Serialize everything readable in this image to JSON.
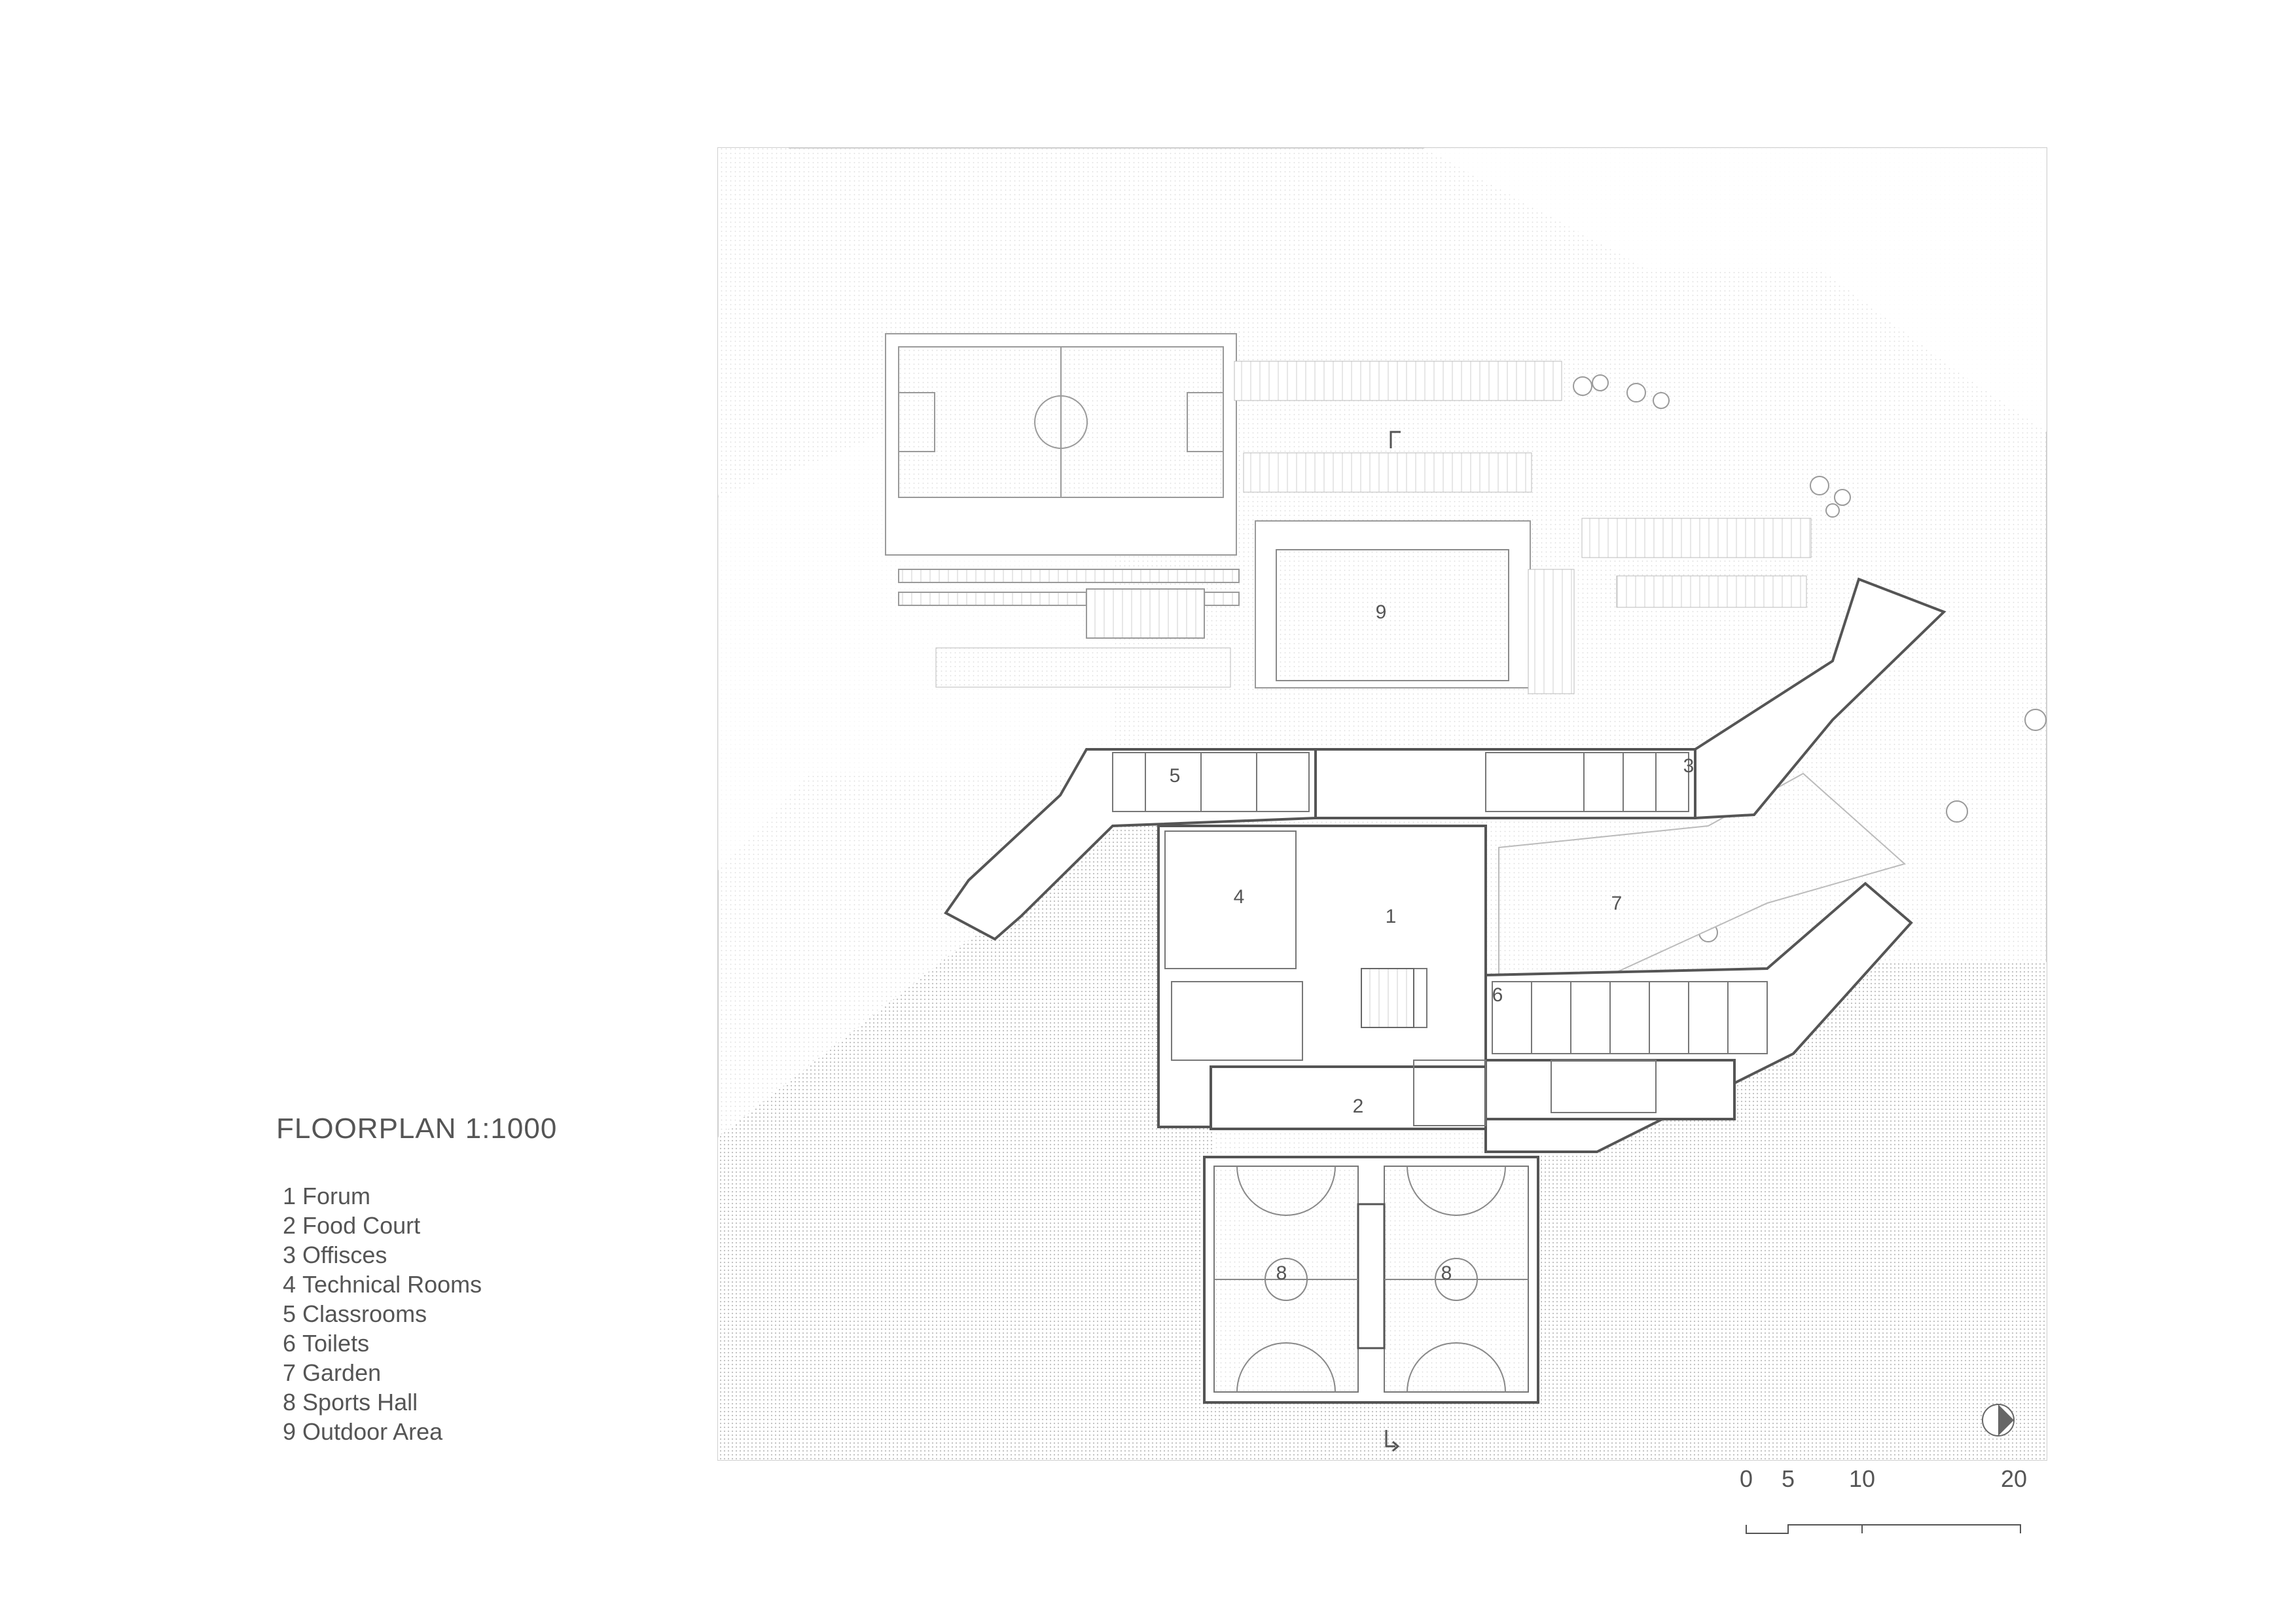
{
  "title": "FLOORPLAN  1:1000",
  "legend": [
    {
      "num": "1",
      "label": "Forum"
    },
    {
      "num": "2",
      "label": "Food Court"
    },
    {
      "num": "3",
      "label": "Offisces"
    },
    {
      "num": "4",
      "label": "Technical Rooms"
    },
    {
      "num": "5",
      "label": "Classrooms"
    },
    {
      "num": "6",
      "label": "Toilets"
    },
    {
      "num": "7",
      "label": "Garden"
    },
    {
      "num": "8",
      "label": "Sports Hall"
    },
    {
      "num": "9",
      "label": "Outdoor Area"
    }
  ],
  "plan_labels": {
    "forum": "1",
    "food_court": "2",
    "offices": "3",
    "technical_rooms": "4",
    "classrooms": "5",
    "toilets": "6",
    "garden": "7",
    "sports_hall_left": "8",
    "sports_hall_right": "8",
    "outdoor_area": "9"
  },
  "scale_bar": {
    "ticks": [
      "0",
      "5",
      "10",
      "20"
    ]
  },
  "colors": {
    "paper": "#ffffff",
    "hatch": "#c8c8c8",
    "line": "#9a9a9a",
    "wall": "#555555",
    "text": "#555555"
  }
}
